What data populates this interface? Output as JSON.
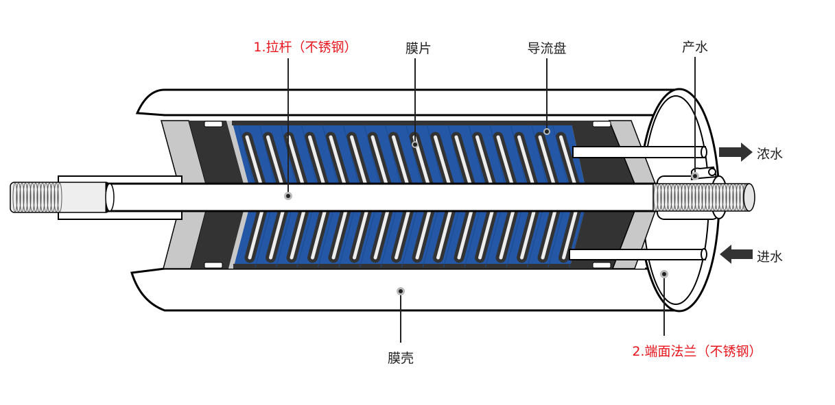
{
  "labels": {
    "tie_rod": "1.拉杆（不锈钢）",
    "membrane_sheet": "膜片",
    "guide_disc": "导流盘",
    "product_water": "产水",
    "concentrate": "浓水",
    "feed_water": "进水",
    "membrane_housing": "膜壳",
    "end_flange": "2.端面法兰（不锈钢）"
  },
  "colors": {
    "highlight_label": "#e8141b",
    "membrane_blue": "#2457a6",
    "dark_fill": "#333333",
    "grey_fill": "#c8c8c8"
  },
  "icons": {
    "concentrate_arrow": "arrow-right",
    "feed_arrow": "arrow-left"
  }
}
